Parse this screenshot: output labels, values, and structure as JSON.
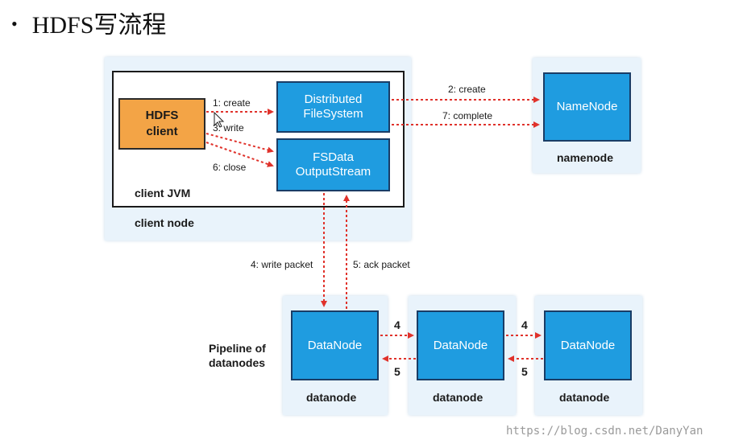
{
  "slide": {
    "title": "HDFS写流程",
    "bullet": "•"
  },
  "client_node": {
    "label": "client node",
    "jvm_label": "client JVM",
    "hdfs_client": "HDFS\nclient",
    "distributed_fs": "Distributed\nFileSystem",
    "fsdata_stream": "FSData\nOutputStream"
  },
  "namenode": {
    "box": "NameNode",
    "label": "namenode"
  },
  "pipeline_label": "Pipeline of\ndatanodes",
  "datanodes": [
    {
      "box": "DataNode",
      "label": "datanode"
    },
    {
      "box": "DataNode",
      "label": "datanode"
    },
    {
      "box": "DataNode",
      "label": "datanode"
    }
  ],
  "arrows": {
    "create": "1: create",
    "write": "3: write",
    "close": "6: close",
    "nn_create": "2: create",
    "complete": "7: complete",
    "write_packet": "4: write packet",
    "ack_packet": "5: ack packet",
    "pipe_forward_1": "4",
    "pipe_back_1": "5",
    "pipe_forward_2": "4",
    "pipe_back_2": "5"
  },
  "watermark": "https://blog.csdn.net/DanyYan",
  "colors": {
    "box_blue": "#1f9ce0",
    "client_orange": "#f3a446",
    "arrow_red": "#e0322b",
    "panel": "#e9f3fb"
  }
}
